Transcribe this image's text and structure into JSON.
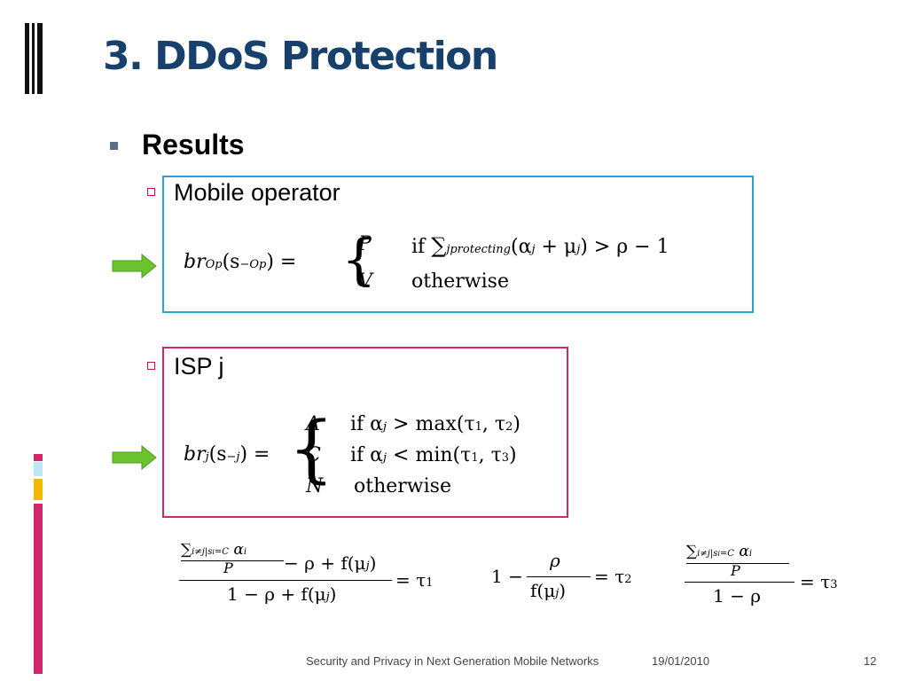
{
  "slide": {
    "title": "3. DDoS Protection",
    "bullet_results": "Results",
    "sub_mobile": "Mobile operator",
    "sub_isp": "ISP j"
  },
  "formula_op": {
    "lhs": "br",
    "lhs_sub": "Op",
    "arg": "(s",
    "arg_sub": "−Op",
    "arg_close": ") =",
    "case1_val": "P",
    "case1_cond_if": "if",
    "case1_cond_sum": "∑",
    "case1_cond_sub": "jprotecting",
    "case1_cond_rest": "(α",
    "case1_cond_j": "j",
    "case1_cond_plus": " + μ",
    "case1_cond_j2": "j",
    "case1_cond_tail": ") > ρ − 1",
    "case2_val": "V",
    "case2_cond": "otherwise"
  },
  "formula_isp": {
    "lhs": "br",
    "lhs_sub": "j",
    "arg": "(s",
    "arg_sub": "−j",
    "arg_close": ") =",
    "case1_val": "A",
    "case1_cond": "if  α",
    "case1_j": "j",
    "case1_tail": " > max(τ",
    "case1_t1": "1",
    "case1_comma": ", τ",
    "case1_t2": "2",
    "case1_end": ")",
    "case2_val": "C",
    "case2_cond": "if  α",
    "case2_j": "j",
    "case2_tail": " < min(τ",
    "case2_t1": "1",
    "case2_comma": ", τ",
    "case2_t3": "3",
    "case2_end": ")",
    "case3_val": "N",
    "case3_cond": "otherwise"
  },
  "thresholds": {
    "t1_num_sum": "∑",
    "t1_num_sumsub": "i≠j|s",
    "t1_num_sumsub_i": "i",
    "t1_num_sumsub_c": "=C",
    "t1_num_alpha": "α",
    "t1_num_alpha_i": "i",
    "t1_num_den": "P",
    "t1_num_rest": " − ρ + f(μ",
    "t1_num_j": "j",
    "t1_num_end": ")",
    "t1_den": "1 − ρ + f(μ",
    "t1_den_j": "j",
    "t1_den_end": ")",
    "t1_eq": "= τ",
    "t1_idx": "1",
    "t2_pre": "1 −",
    "t2_num": "ρ",
    "t2_den": "f(μ",
    "t2_den_j": "j",
    "t2_den_end": ")",
    "t2_eq": "= τ",
    "t2_idx": "2",
    "t3_num_sum": "∑",
    "t3_num_sumsub": "i≠j|s",
    "t3_num_sumsub_i": "i",
    "t3_num_sumsub_c": "=C",
    "t3_num_alpha": "α",
    "t3_num_alpha_i": "i",
    "t3_num_den": "P",
    "t3_den": "1 − ρ",
    "t3_eq": "= τ",
    "t3_idx": "3"
  },
  "footer": {
    "text": "Security and Privacy in Next Generation Mobile Networks",
    "date": "19/01/2010",
    "page": "12"
  },
  "colors": {
    "title": "#17406d",
    "box_operator": "#2aa4c9",
    "box_isp": "#d4266a",
    "arrow": "#6cc330",
    "deco_pink": "#d4266a",
    "deco_yellow": "#f5b800",
    "deco_lightblue": "#bfe4f2"
  }
}
